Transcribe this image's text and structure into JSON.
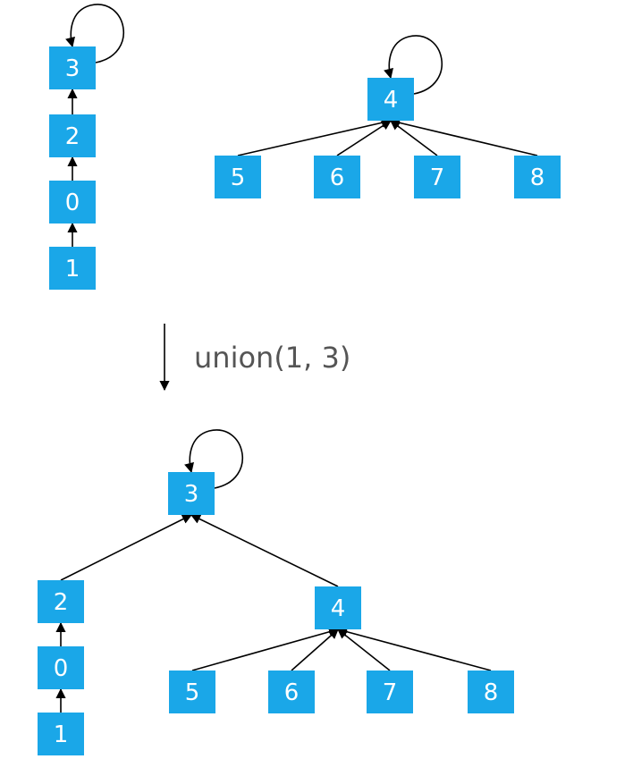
{
  "colors": {
    "node": "#1aa7e8",
    "node_text": "#ffffff",
    "edge": "#000000",
    "label": "#555555"
  },
  "before": {
    "left_tree": [
      "3",
      "2",
      "0",
      "1"
    ],
    "right_tree": {
      "root": "4",
      "children": [
        "5",
        "6",
        "7",
        "8"
      ]
    }
  },
  "operation": {
    "label": "union(1, 3)"
  },
  "after": {
    "root": "3",
    "left_chain": [
      "2",
      "0",
      "1"
    ],
    "subtree": {
      "root": "4",
      "children": [
        "5",
        "6",
        "7",
        "8"
      ]
    }
  }
}
